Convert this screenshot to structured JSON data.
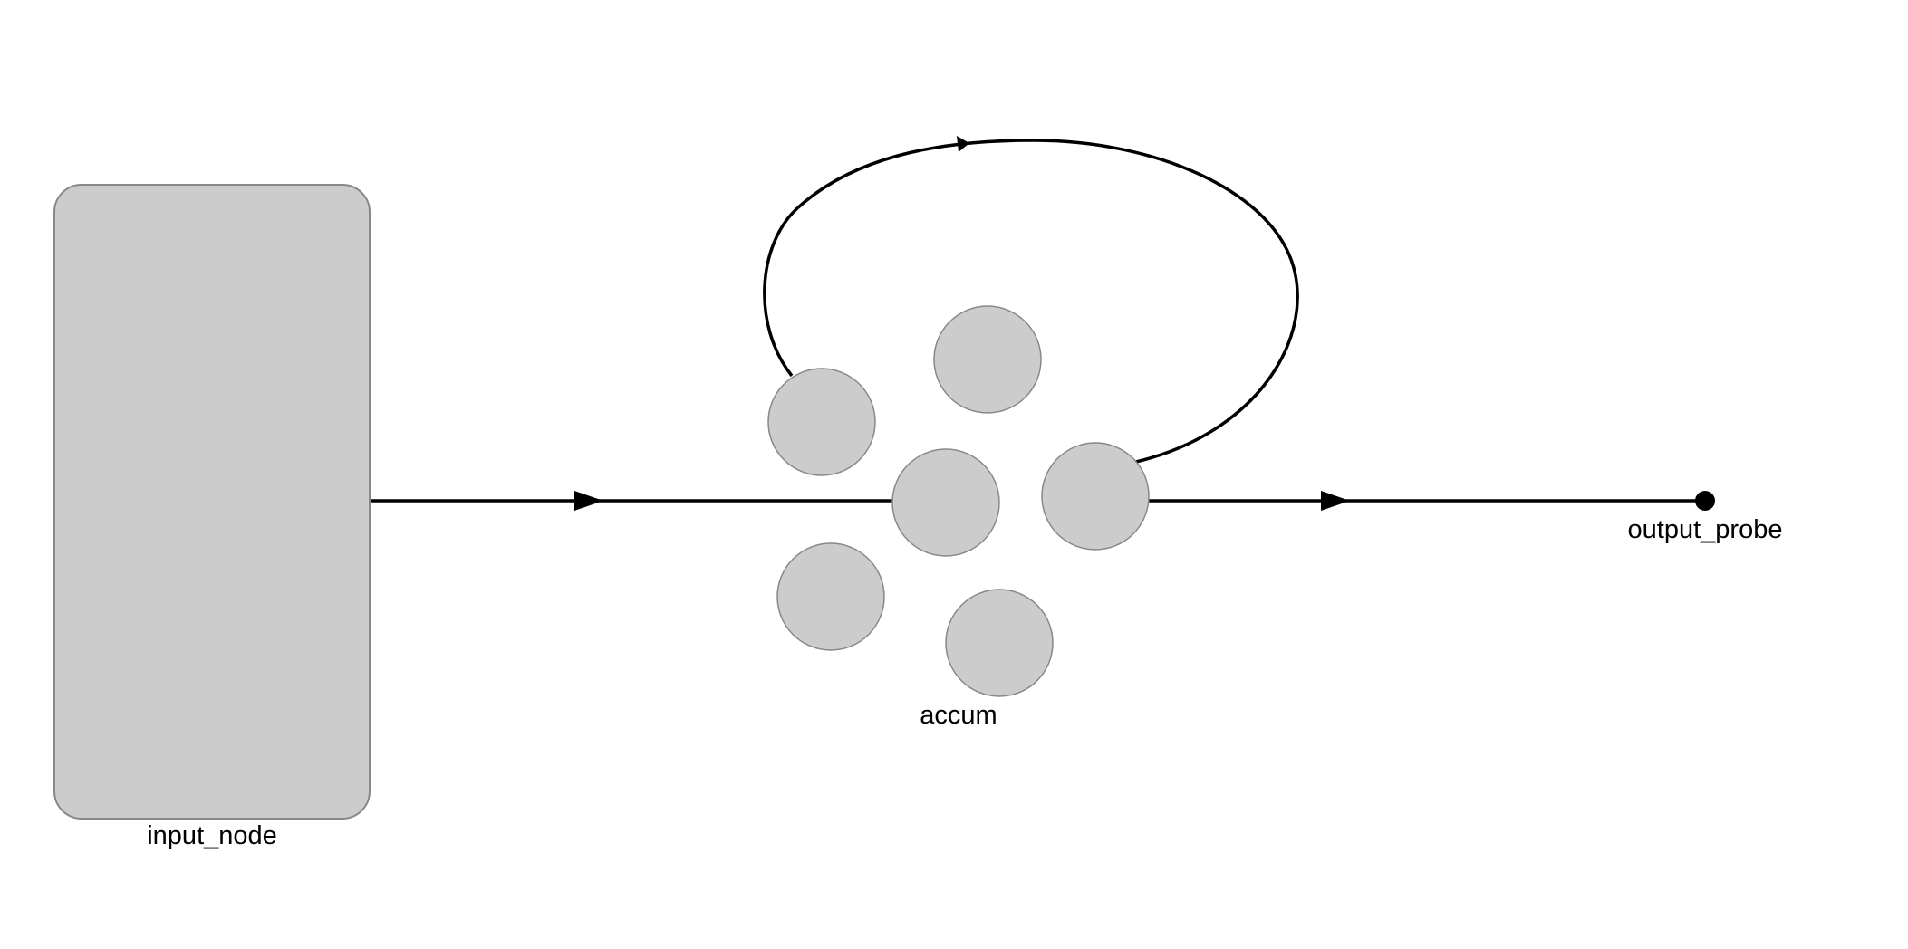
{
  "nodes": {
    "input": {
      "label": "input_node",
      "fill": "#cccccc",
      "stroke": "#888888"
    },
    "accum": {
      "label": "accum",
      "fill": "#cccccc",
      "stroke": "#888888",
      "neuron_count": 6
    },
    "probe": {
      "label": "output_probe",
      "fill": "#000000"
    }
  },
  "connections": [
    {
      "from": "input_node",
      "to": "accum"
    },
    {
      "from": "accum",
      "to": "accum"
    },
    {
      "from": "accum",
      "to": "output_probe"
    }
  ]
}
